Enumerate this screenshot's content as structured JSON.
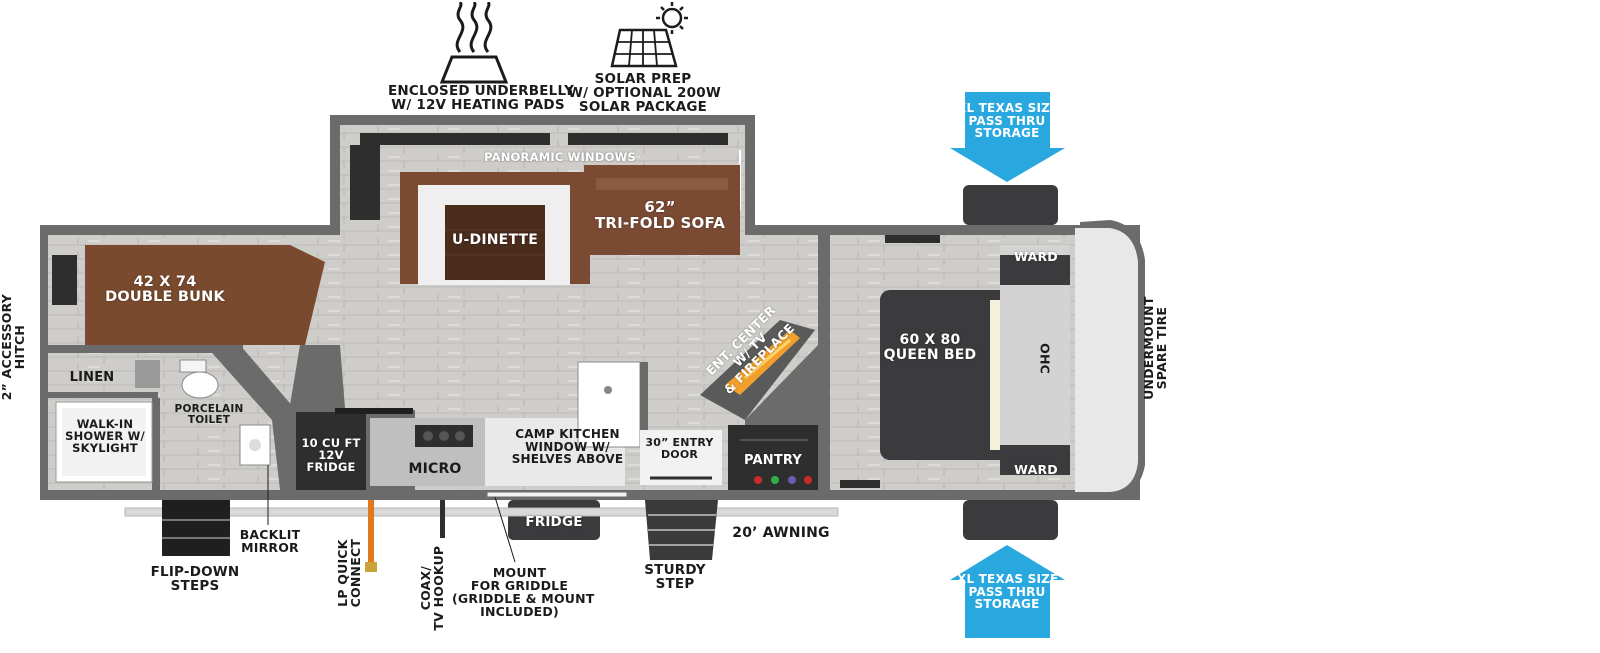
{
  "features": {
    "underbelly": [
      "ENCLOSED UNDERBELLY",
      "W/ 12V HEATING PADS"
    ],
    "solar": [
      "SOLAR PREP",
      "W/ OPTIONAL 200W",
      "SOLAR PACKAGE"
    ]
  },
  "storage": {
    "top": [
      "XL TEXAS SIZE",
      "PASS THRU",
      "STORAGE"
    ],
    "bottom": [
      "XL TEXAS SIZE",
      "PASS THRU",
      "STORAGE"
    ]
  },
  "rooms": {
    "panoramic_windows": "PANORAMIC WINDOWS",
    "u_dinette": "U-DINETTE",
    "sofa": [
      "62”",
      "TRI-FOLD SOFA"
    ],
    "bunk": [
      "42 X 74",
      "DOUBLE BUNK"
    ],
    "ent_center": [
      "ENT. CENTER",
      "W/ TV",
      "& FIREPLACE"
    ],
    "queen_bed": [
      "60 X  80",
      "QUEEN BED"
    ],
    "ohc": "OHC",
    "ward_top": "WARD",
    "ward_bottom": "WARD",
    "linen": "LINEN",
    "toilet": [
      "PORCELAIN",
      "TOILET"
    ],
    "shower": [
      "WALK-IN",
      "SHOWER W/",
      "SKYLIGHT"
    ],
    "fridge": [
      "10 CU FT",
      "12V",
      "FRIDGE"
    ],
    "micro": "MICRO",
    "camp_kitchen": [
      "CAMP KITCHEN",
      "WINDOW W/",
      "SHELVES ABOVE"
    ],
    "entry_door": [
      "30” ENTRY",
      "DOOR"
    ],
    "pantry": "PANTRY",
    "outdoor_fridge": "FRIDGE"
  },
  "exterior": {
    "hitch": [
      "2” ACCESSORY",
      "HITCH"
    ],
    "spare_tire": [
      "UNDERMOUNT",
      "SPARE TIRE"
    ],
    "flip_steps": [
      "FLIP-DOWN",
      "STEPS"
    ],
    "backlit_mirror": [
      "BACKLIT",
      "MIRROR"
    ],
    "lp_connect": [
      "LP QUICK",
      "CONNECT"
    ],
    "coax": [
      "COAX/",
      "TV HOOKUP"
    ],
    "griddle": [
      "MOUNT",
      "FOR GRIDDLE",
      "(GRIDDLE & MOUNT",
      "INCLUDED)"
    ],
    "sturdy_step": [
      "STURDY",
      "STEP"
    ],
    "awning": "20’ AWNING"
  },
  "colors": {
    "wall": "#6b6b6b",
    "floor": "#c9c7c4",
    "bunk": "#7a4a2e",
    "sofa": "#7b4a33",
    "dinette_table": "#4a2c1c",
    "dark_panel": "#2e2e2e",
    "bed": "#3b3b3d",
    "blue_arrow": "#29a8df",
    "lp_hose": "#e07a1c"
  },
  "icons": {
    "underbelly": "heat-waves-icon",
    "solar": "solar-panel-icon"
  }
}
